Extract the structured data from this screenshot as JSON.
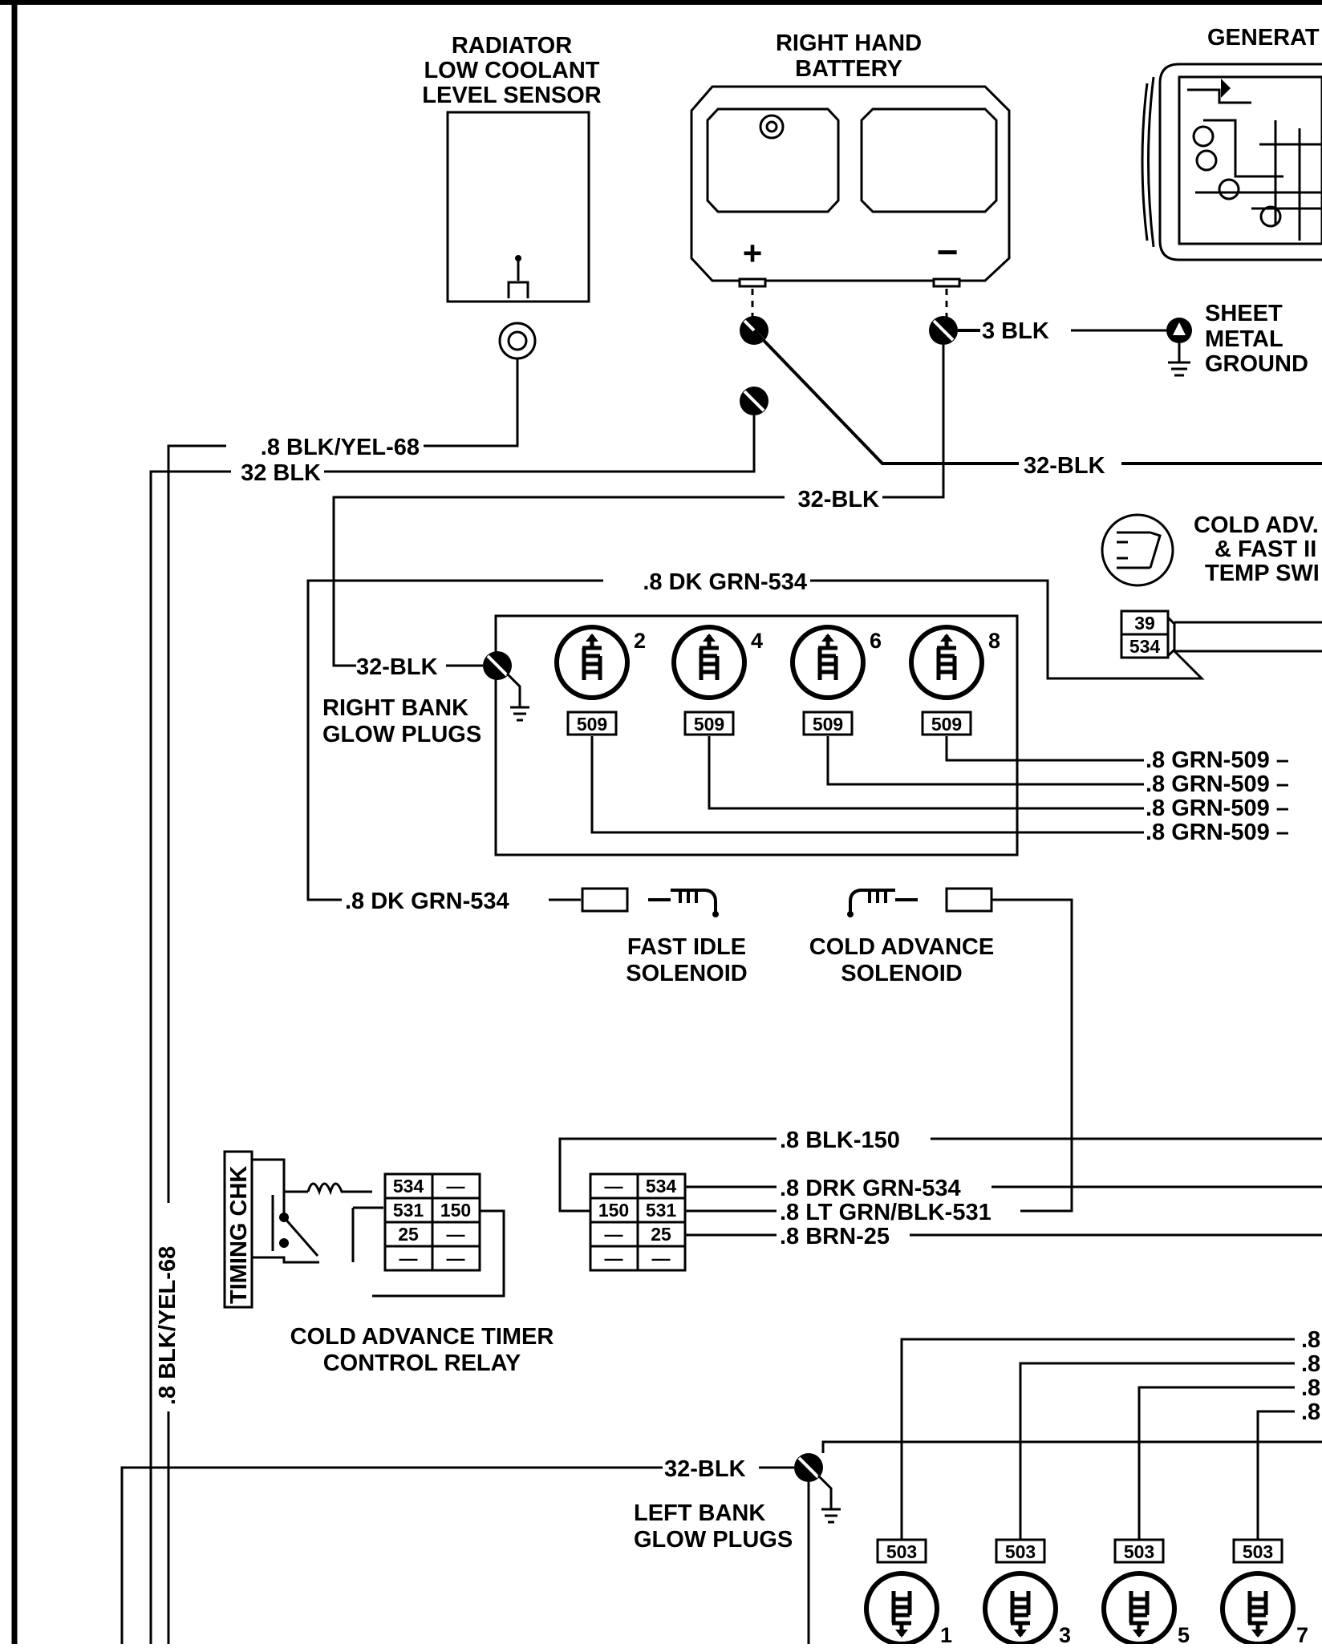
{
  "components": {
    "radiator_sensor": [
      "RADIATOR",
      "LOW COOLANT",
      "LEVEL SENSOR"
    ],
    "battery": [
      "RIGHT HAND",
      "BATTERY"
    ],
    "battery_pos": "+",
    "battery_neg": "−",
    "generator": "GENERAT",
    "sheet_metal_ground": [
      "SHEET",
      "METAL",
      "GROUND"
    ],
    "temp_switch": [
      "COLD ADV.",
      "& FAST II",
      "TEMP SWI"
    ],
    "right_bank": [
      "RIGHT BANK",
      "GLOW PLUGS"
    ],
    "fast_idle": [
      "FAST IDLE",
      "SOLENOID"
    ],
    "cold_advance_solenoid": [
      "COLD ADVANCE",
      "SOLENOID"
    ],
    "timer_relay": [
      "COLD ADVANCE TIMER",
      "CONTROL RELAY"
    ],
    "timing_chk": "TIMING CHK",
    "left_bank": [
      "LEFT BANK",
      "GLOW PLUGS"
    ]
  },
  "wires": {
    "w_3blk": "3  BLK",
    "w_blkyel": ".8  BLK/YEL-68",
    "w_32blk_left": "32  BLK",
    "w_32blk_a": "32-BLK",
    "w_32blk_b": "32-BLK",
    "w_32blk_rb": "32-BLK",
    "w_32blk_lb": "32-BLK",
    "w_dkgrn_top": ".8  DK GRN-534",
    "w_dkgrn_bottom": ".8  DK GRN-534",
    "w_grn509": [
      ".8  GRN-509 –",
      ".8  GRN-509 –",
      ".8  GRN-509 –",
      ".8  GRN-509 –"
    ],
    "w_blk150": ".8  BLK-150",
    "w_drkgrn534": ".8  DRK GRN-534",
    "w_ltgrn531": ".8  LT GRN/BLK-531",
    "w_brn25": ".8  BRN-25",
    "w_vertical": ".8  BLK/YEL-68",
    "w_left_bank_stubs": [
      ".8",
      ".8",
      ".8",
      ".8"
    ]
  },
  "connectors": {
    "temp_switch_pins": [
      "39",
      "534"
    ],
    "right_plug_circuit": "509",
    "left_plug_circuit": "503",
    "right_plug_numbers": [
      "2",
      "4",
      "6",
      "8"
    ],
    "left_plug_numbers": [
      "1",
      "3",
      "5",
      "7"
    ],
    "relay_left_grid": [
      "534",
      "—",
      "531",
      "150",
      "25",
      "—",
      "—",
      "—"
    ],
    "relay_right_grid": [
      "—",
      "534",
      "150",
      "531",
      "—",
      "25",
      "—",
      "—"
    ]
  }
}
